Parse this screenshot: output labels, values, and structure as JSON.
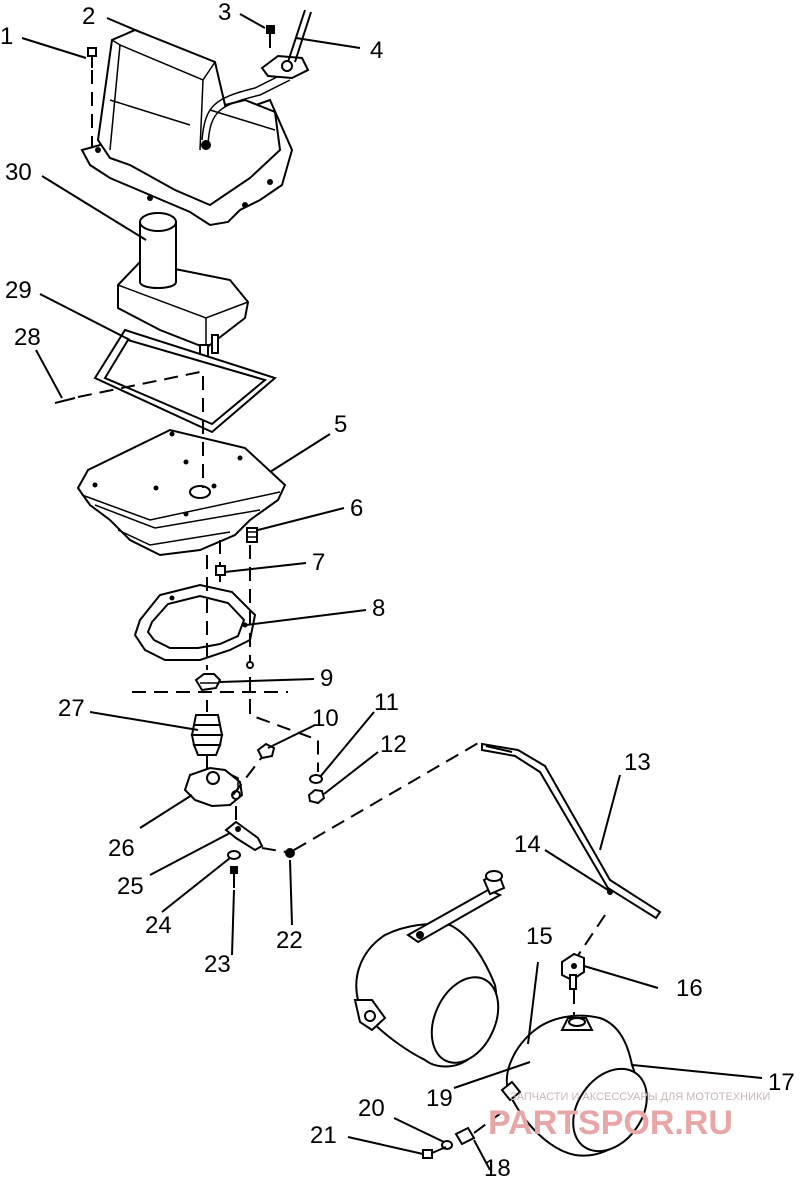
{
  "diagram": {
    "callouts": [
      "1",
      "2",
      "3",
      "4",
      "5",
      "6",
      "7",
      "8",
      "9",
      "10",
      "11",
      "12",
      "13",
      "14",
      "15",
      "16",
      "17",
      "18",
      "19",
      "20",
      "21",
      "22",
      "23",
      "24",
      "25",
      "26",
      "27",
      "28",
      "29",
      "30"
    ]
  },
  "watermark": {
    "caption": "ЗАПЧАСТИ И АКСЕССУАРЫ ДЛЯ МОТОТЕХНИКИ",
    "logo_text": "PARTSPOR.RU"
  }
}
